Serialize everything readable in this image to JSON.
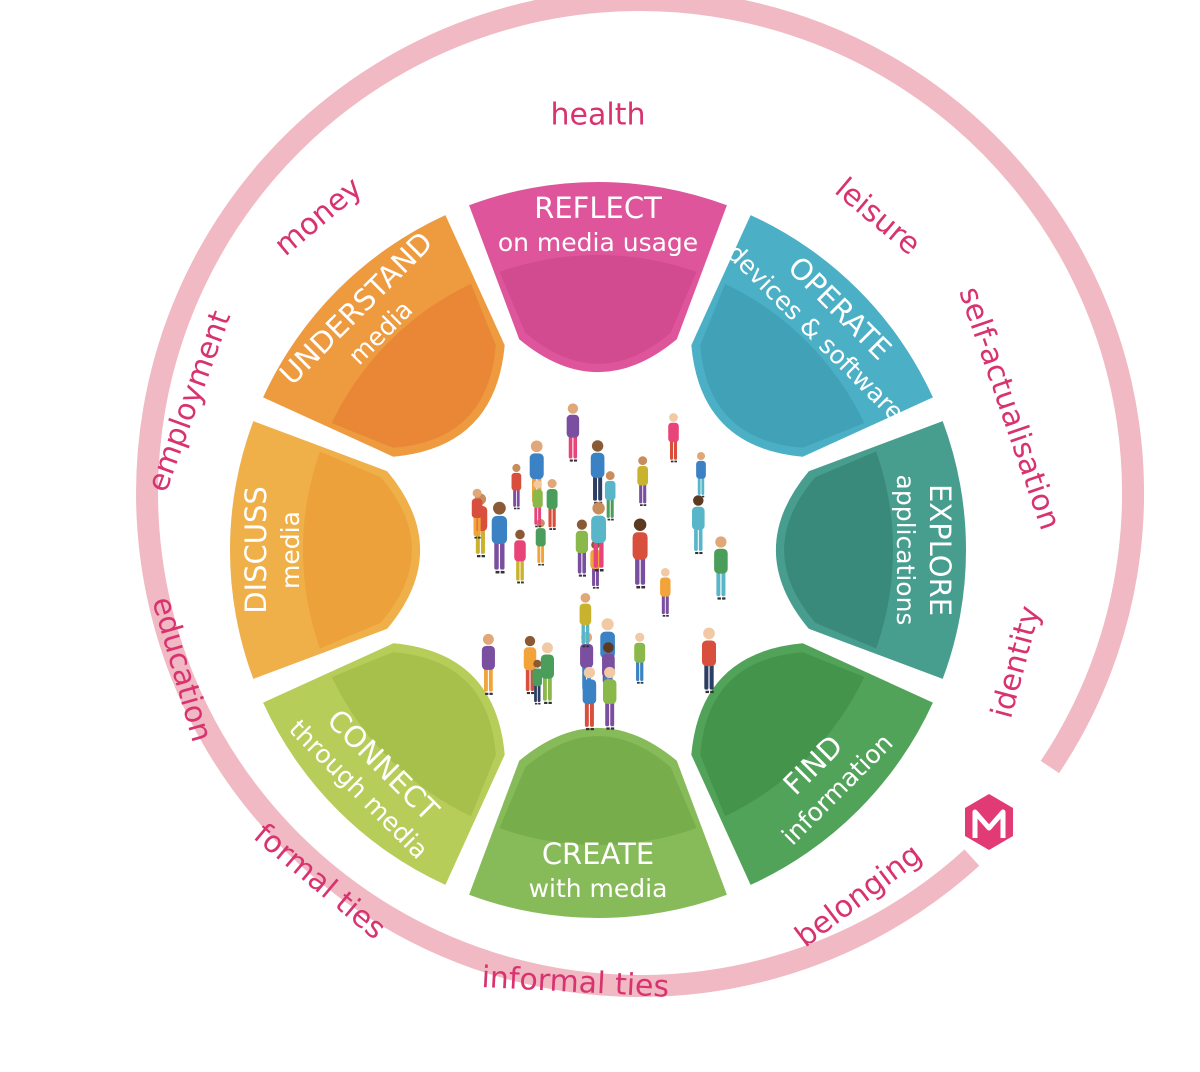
{
  "model_title": "Media Literacy Competency Model",
  "logo": {
    "letter": "M",
    "color": "#e23a74"
  },
  "colors": {
    "outer_ring": "#f0b9c3",
    "ring_text": "#d8336f",
    "title_text": "#ffffff"
  },
  "domains": [
    "health",
    "leisure",
    "self-actualisation",
    "identity",
    "belonging",
    "informal ties",
    "formal ties",
    "education",
    "employment",
    "money"
  ],
  "competencies": [
    {
      "title": "REFLECT",
      "subtitle": "on media usage",
      "color": "#de559b",
      "inner": "#c94486"
    },
    {
      "title": "OPERATE",
      "subtitle": "devices & software",
      "color": "#4bb0c6",
      "inner": "#3b97ac"
    },
    {
      "title": "EXPLORE",
      "subtitle": "applications",
      "color": "#479e8e",
      "inner": "#2f7a6b"
    },
    {
      "title": "FIND",
      "subtitle": "information",
      "color": "#52a35a",
      "inner": "#3a8941"
    },
    {
      "title": "CREATE",
      "subtitle": "with media",
      "color": "#87ba59",
      "inner": "#6aa33f"
    },
    {
      "title": "CONNECT",
      "subtitle": "through media",
      "color": "#b6cd59",
      "inner": "#9ab43f"
    },
    {
      "title": "DISCUSS",
      "subtitle": "media",
      "color": "#efb04a",
      "inner": "#e99630"
    },
    {
      "title": "UNDERSTAND",
      "subtitle": "media",
      "color": "#ee9a3f",
      "inner": "#e6792f"
    }
  ],
  "center_illustration": "crowd-of-people"
}
